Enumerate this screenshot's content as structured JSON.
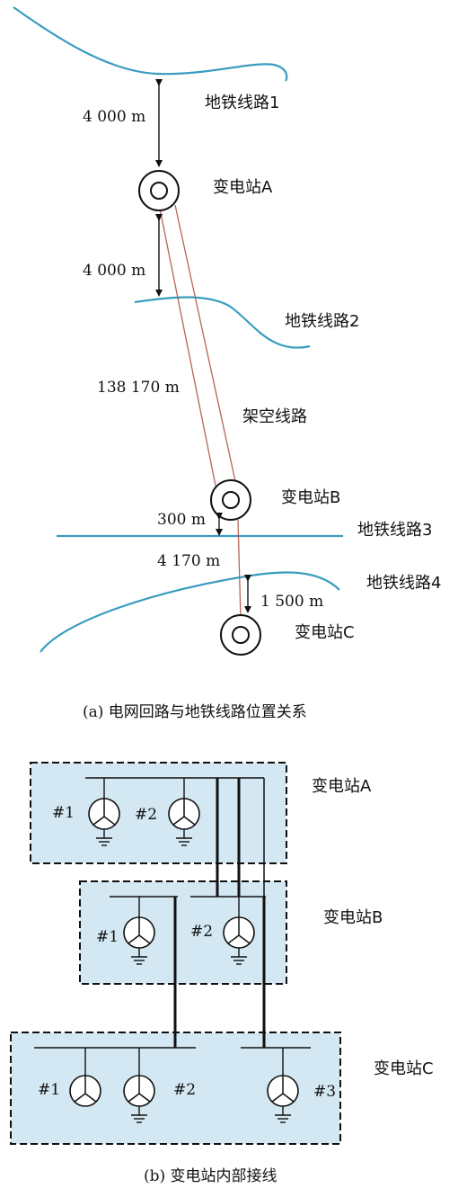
{
  "panel_a": {
    "subway_lines": [
      "地铁线路1",
      "地铁线路2",
      "地铁线路3",
      "地铁线路4"
    ],
    "substations": [
      "变电站A",
      "变电站B",
      "变电站C"
    ],
    "overhead_line_label": "架空线路",
    "distances": [
      "4 000 m",
      "4 000 m",
      "138 170 m",
      "300 m",
      "4 170 m",
      "1 500 m"
    ],
    "caption": "(a) 电网回路与地铁线路位置关系"
  },
  "panel_b": {
    "stations": [
      {
        "name": "变电站A",
        "transformers": [
          "#1",
          "#2"
        ]
      },
      {
        "name": "变电站B",
        "transformers": [
          "#1",
          "#2"
        ]
      },
      {
        "name": "变电站C",
        "transformers": [
          "#1",
          "#2",
          "#3"
        ]
      }
    ],
    "caption": "(b) 变电站内部接线"
  },
  "colors": {
    "subway_line": "#3a9cc0",
    "overhead_line": "#b5655a",
    "box_fill": "#d3e8f3",
    "ink": "#111111"
  }
}
